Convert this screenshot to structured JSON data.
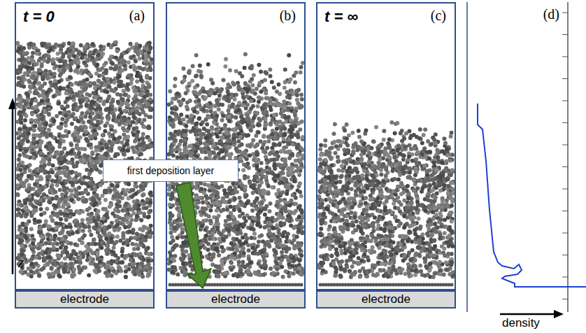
{
  "diagram": {
    "nodes": [
      {
        "text": [
          "t = 0",
          "(a)"
        ]
      },
      {
        "text": [
          "electrode"
        ]
      },
      {
        "text": [
          "(b)"
        ]
      },
      {
        "text": [
          "electrode"
        ]
      },
      {
        "text": [
          "first deposition layer"
        ]
      },
      {
        "text": [
          "t = ∞",
          "(c)"
        ]
      },
      {
        "text": [
          "electrode"
        ]
      },
      {
        "text": [
          "(d)"
        ]
      }
    ],
    "labels": [
      "z",
      "density"
    ]
  }
}
